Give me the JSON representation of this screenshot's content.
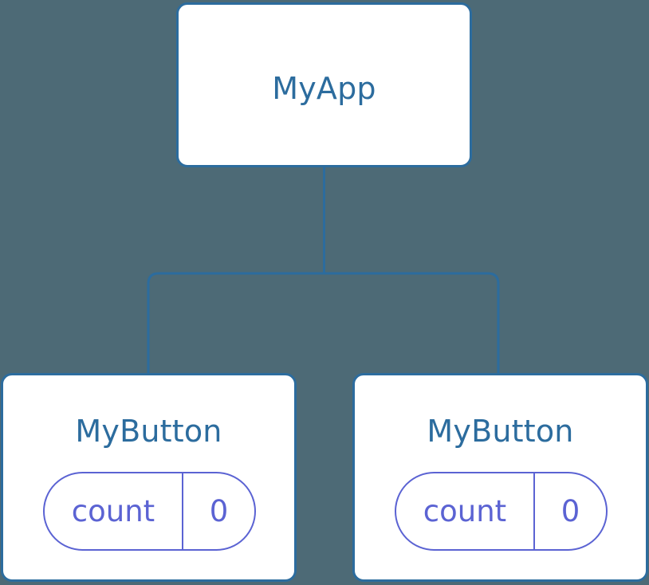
{
  "diagram": {
    "type": "component-tree",
    "background_color": "#4d6a76",
    "node_fill_color": "#ffffff",
    "node_border_color": "#2c6c9e",
    "node_title_color": "#2c6c9e",
    "state_pill_color": "#5b63d3",
    "connector_color": "#2c6c9e"
  },
  "root": {
    "title": "MyApp"
  },
  "children": [
    {
      "title": "MyButton",
      "state": {
        "key": "count",
        "value": "0"
      }
    },
    {
      "title": "MyButton",
      "state": {
        "key": "count",
        "value": "0"
      }
    }
  ]
}
